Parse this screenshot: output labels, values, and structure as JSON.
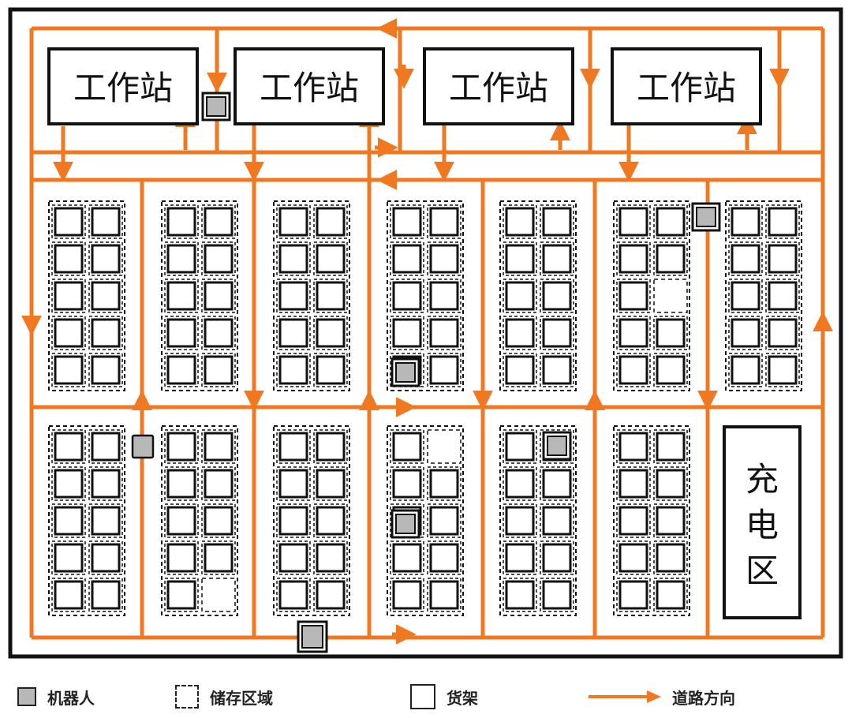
{
  "workstation_label": "工作站",
  "charging_label": [
    "充",
    "电",
    "区"
  ],
  "legend": {
    "robot": "机器人",
    "storage": "储存区域",
    "shelf": "货架",
    "direction": "道路方向"
  },
  "colors": {
    "road": "#f07820",
    "robot_fill": "#b8b8b8",
    "border": "#111111"
  }
}
